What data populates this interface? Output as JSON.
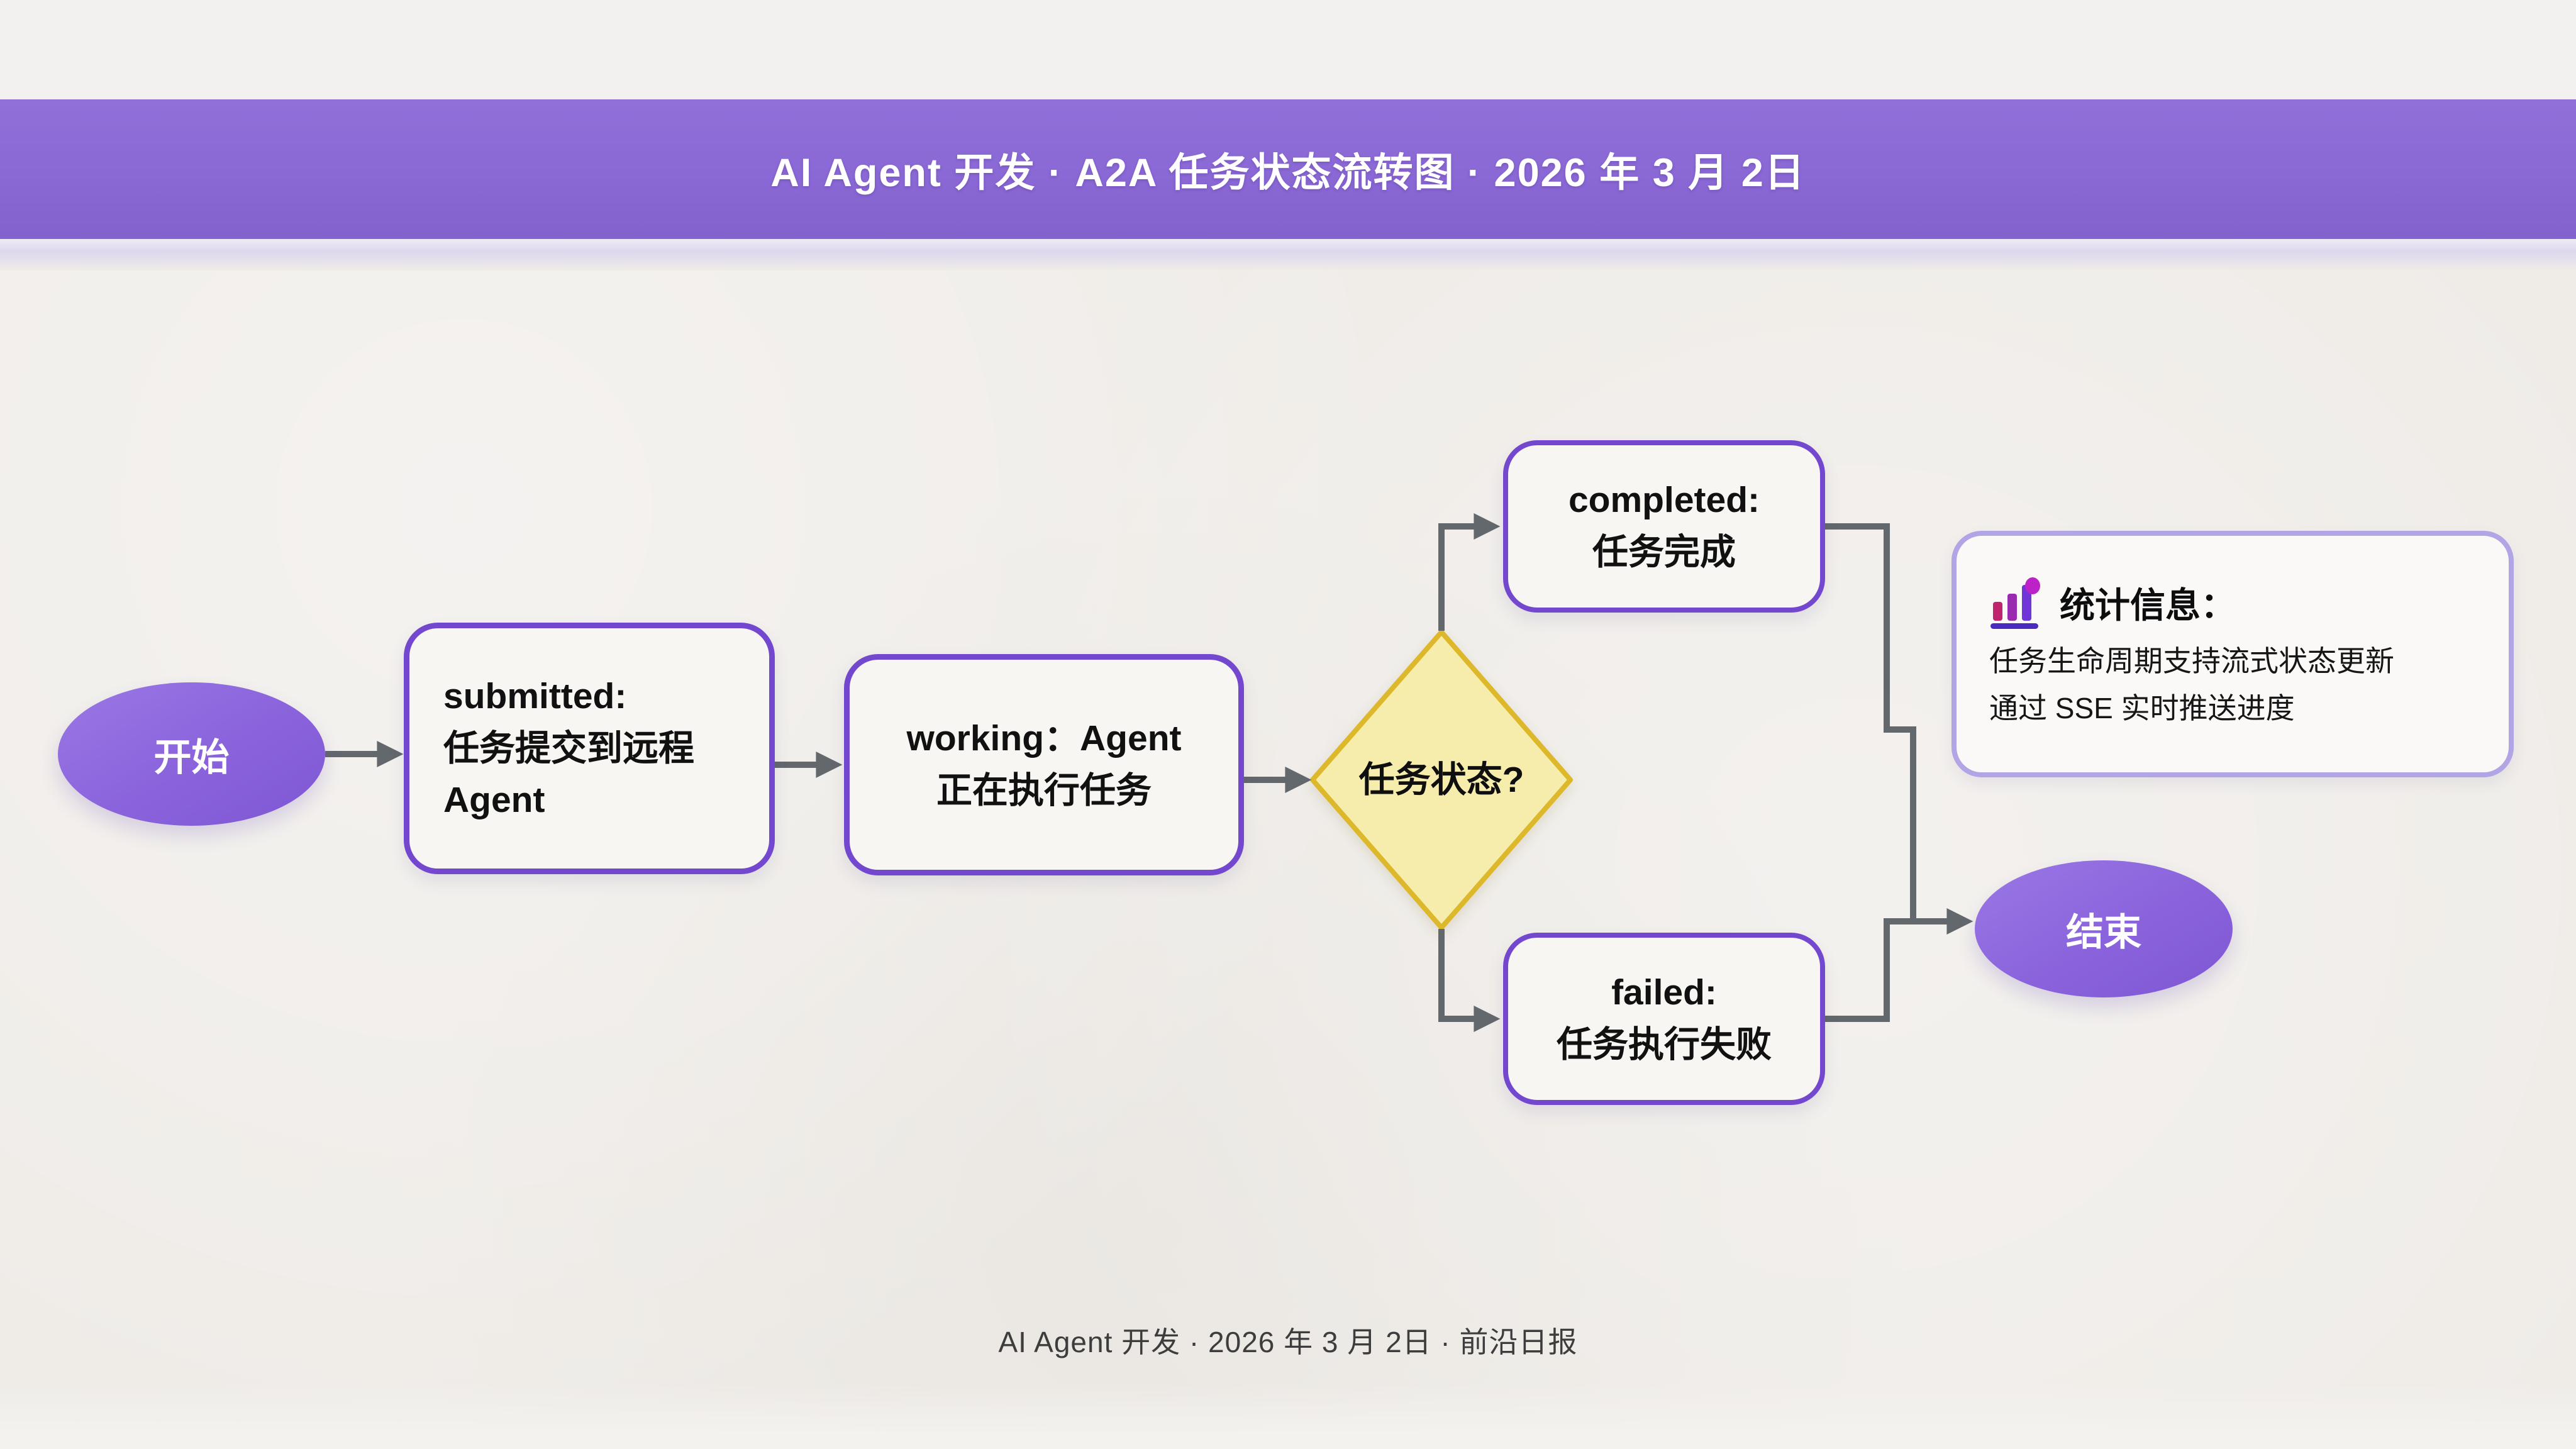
{
  "header": {
    "title": "AI Agent 开发 · A2A 任务状态流转图 · 2026 年 3 月 2日"
  },
  "flowchart": {
    "start": {
      "label": "开始"
    },
    "submitted": {
      "line1": "submitted:",
      "line2": "任务提交到远程",
      "line3": "Agent"
    },
    "working": {
      "line1": "working：Agent",
      "line2": "正在执行任务"
    },
    "decision": {
      "label": "任务状态?"
    },
    "completed": {
      "line1": "completed:",
      "line2": "任务完成"
    },
    "failed": {
      "line1": "failed:",
      "line2": "任务执行失败"
    },
    "end": {
      "label": "结束"
    },
    "note": {
      "icon": "bar-chart-icon",
      "title": "统计信息：",
      "line1": "任务生命周期支持流式状态更新",
      "line2": "通过 SSE 实时推送进度"
    }
  },
  "footer": {
    "text": "AI Agent 开发 · 2026 年 3 月 2日 · 前沿日报"
  },
  "colors": {
    "header_band": "#8a68d5",
    "terminal_fill": "#8a63dc",
    "box_border": "#7348cf",
    "box_fill": "#f8f6f3",
    "diamond_fill": "#f6edad",
    "diamond_border": "#ddb82a",
    "note_border": "#b3a4e6",
    "arrow": "#63686d",
    "background": "#efece8"
  }
}
